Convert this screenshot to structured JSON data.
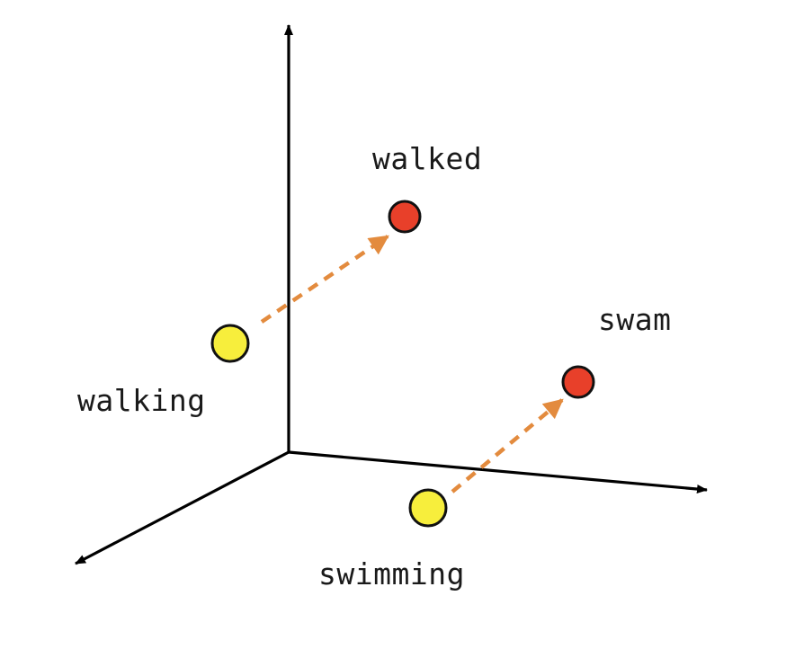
{
  "colors": {
    "axis": "#000000",
    "base_form_point": "#f7ee3c",
    "past_form_point": "#e8402a",
    "point_outline": "#111111",
    "arrow": "#e38b3e",
    "text": "#1a1a1a",
    "background": "#ffffff"
  },
  "labels": {
    "walked": "walked",
    "walking": "walking",
    "swam": "swam",
    "swimming": "swimming"
  },
  "arrows": [
    {
      "from": "walking",
      "to": "walked",
      "style": "dashed"
    },
    {
      "from": "swimming",
      "to": "swam",
      "style": "dashed"
    }
  ]
}
